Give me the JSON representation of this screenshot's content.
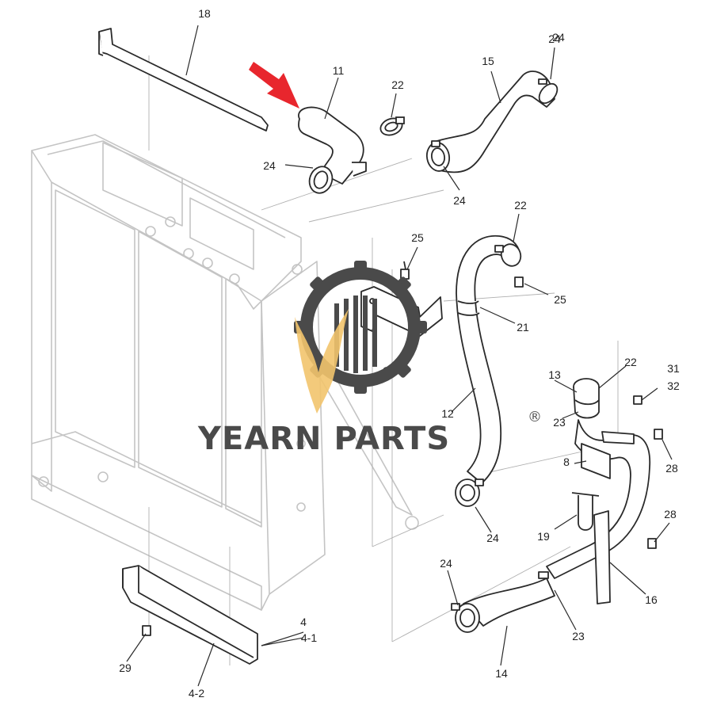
{
  "diagram": {
    "callouts": [
      "18",
      "11",
      "22",
      "24",
      "15",
      "24",
      "24",
      "24",
      "22",
      "25",
      "25",
      "21",
      "12",
      "24",
      "13",
      "22",
      "23",
      "31",
      "32",
      "8",
      "28",
      "19",
      "28",
      "16",
      "24",
      "23",
      "14",
      "4",
      "4-1",
      "4-2",
      "29"
    ]
  },
  "watermark": {
    "brand": "YEARN PARTS",
    "registered_mark": "®"
  },
  "colors": {
    "line": "#2a2a2a",
    "faint": "#bdbdbd",
    "arrow": "#e8262d",
    "gear": "#4a4a4a",
    "flame": "#f2c46d"
  }
}
